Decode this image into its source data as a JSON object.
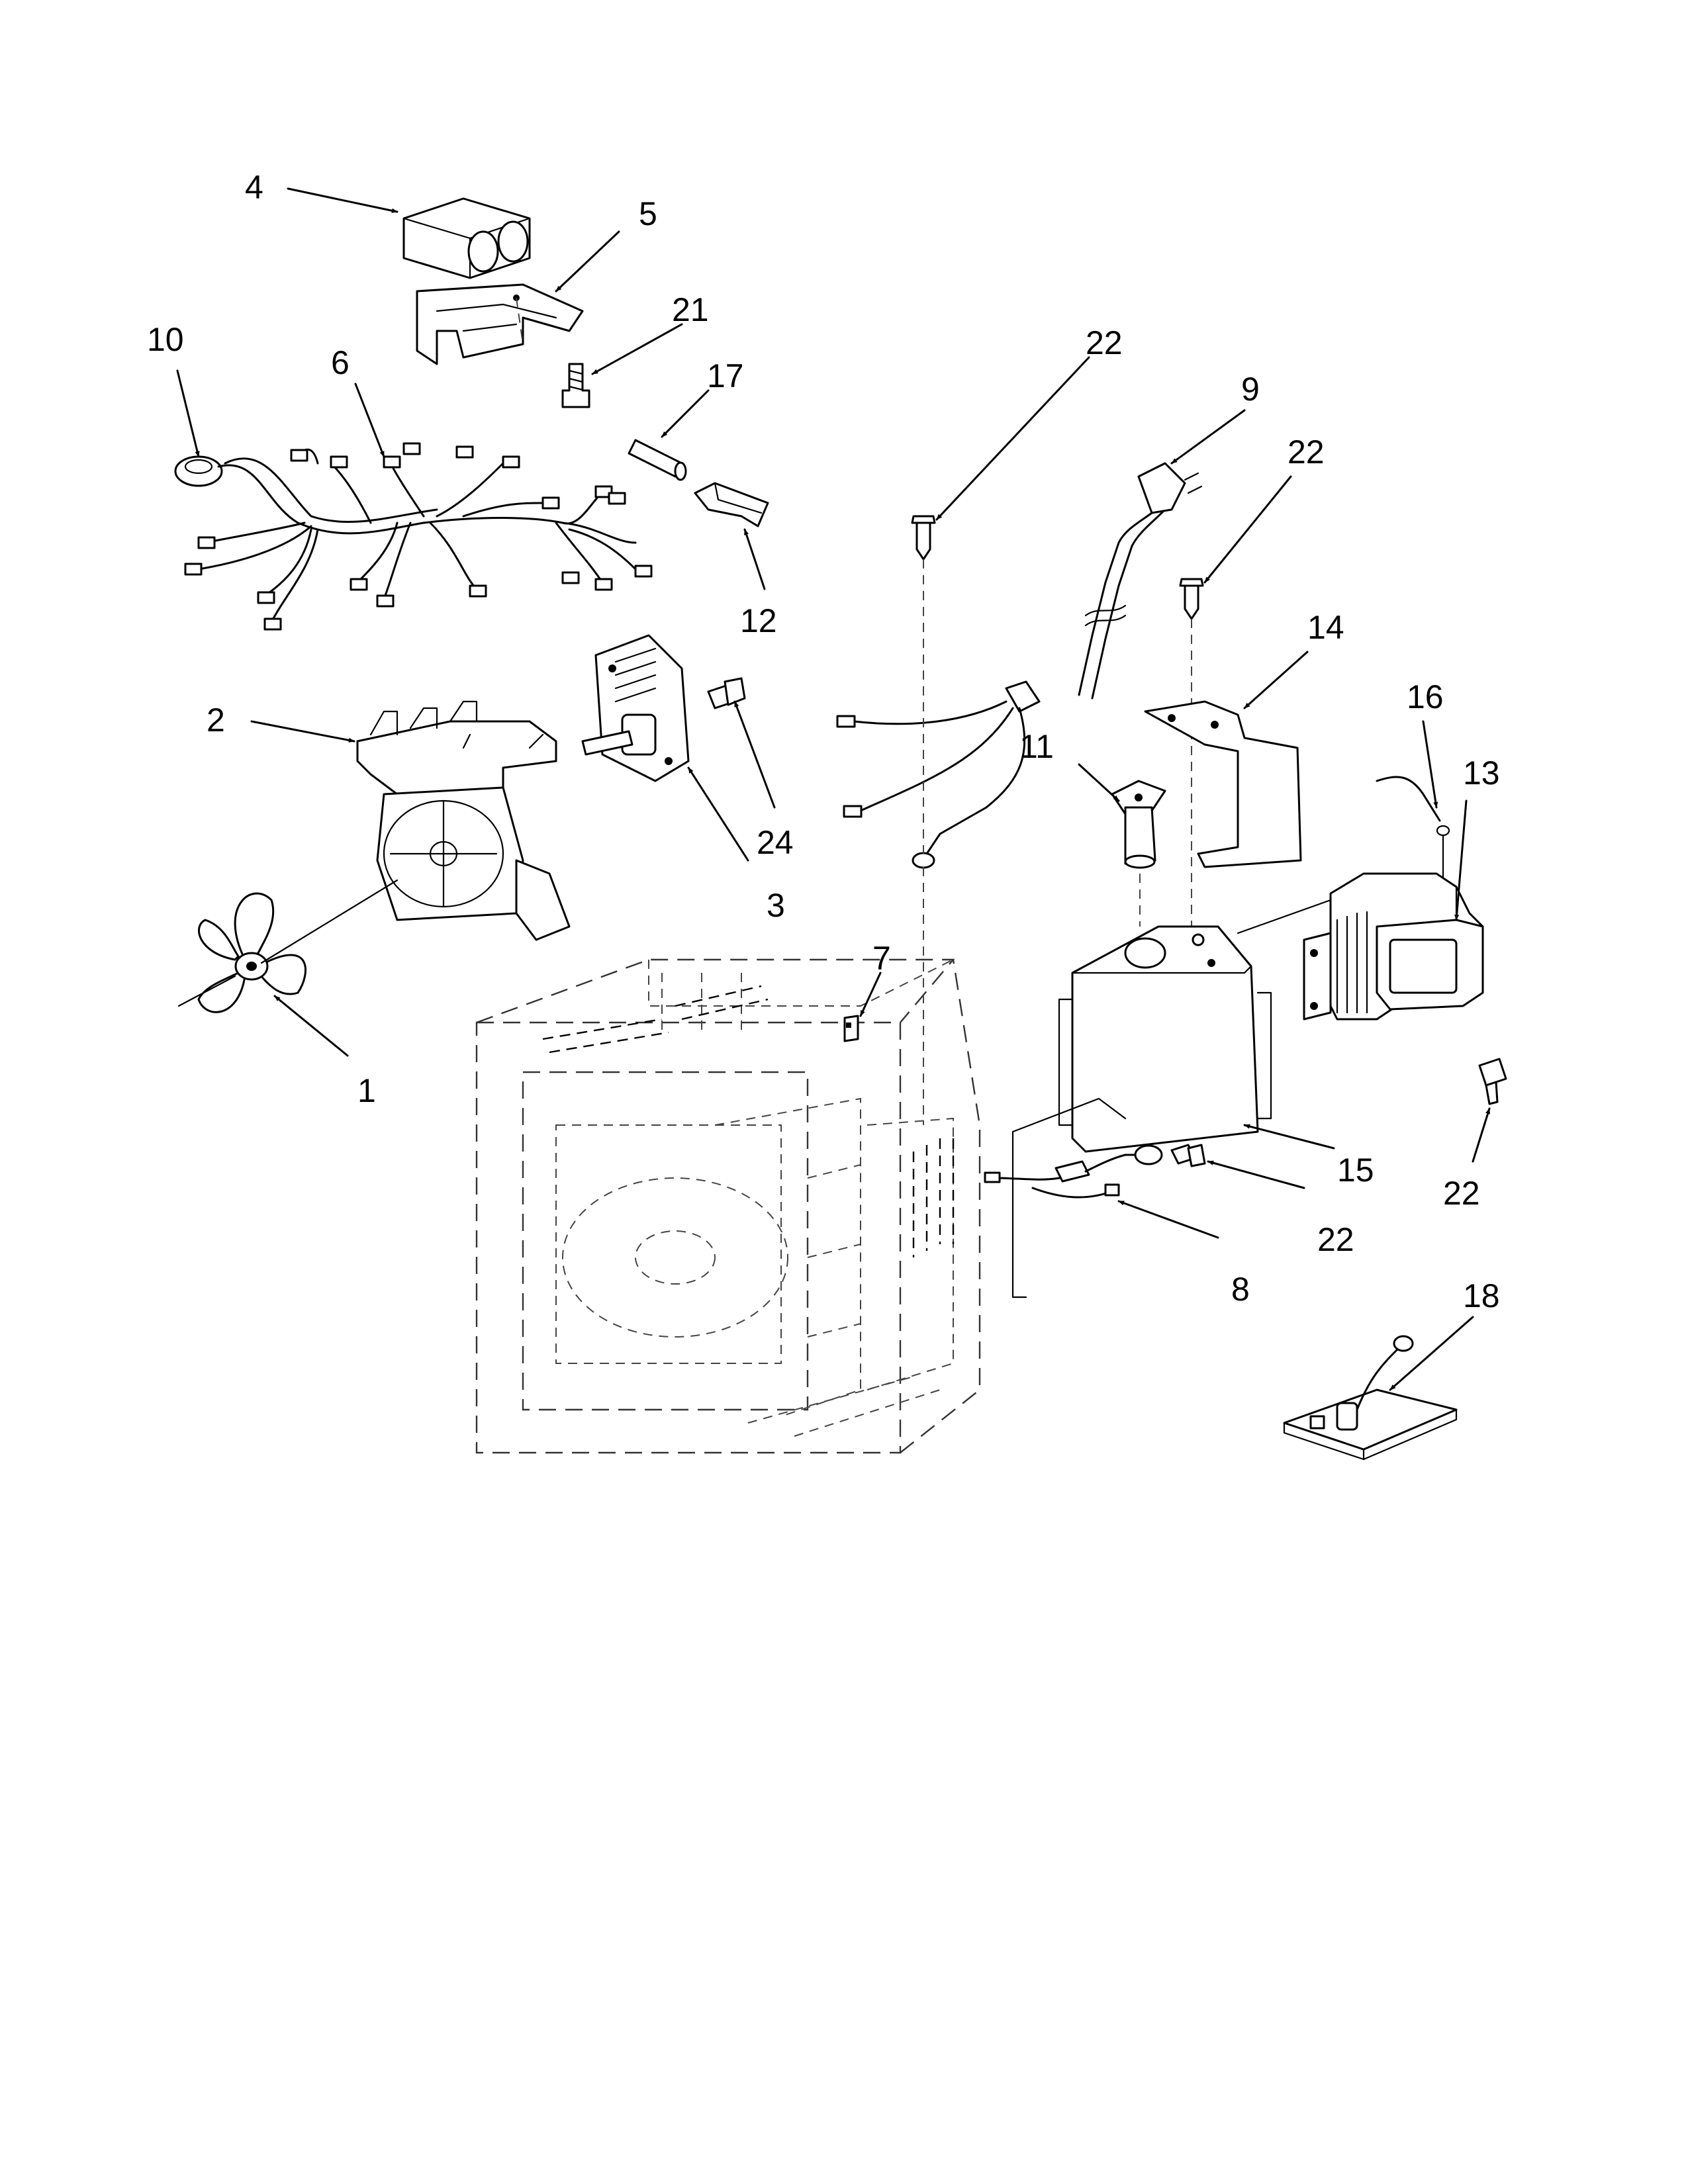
{
  "callouts": [
    "4",
    "5",
    "10",
    "6",
    "21",
    "17",
    "12",
    "2",
    "24",
    "3",
    "1",
    "7",
    "22",
    "9",
    "22",
    "14",
    "11",
    "16",
    "13",
    "15",
    "22",
    "22",
    "8",
    "18"
  ]
}
